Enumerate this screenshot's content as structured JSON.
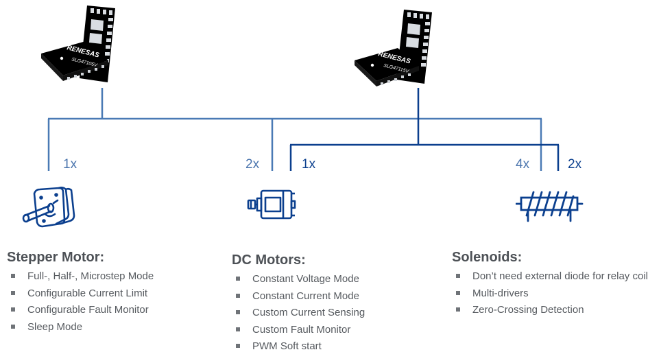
{
  "colors": {
    "light_line": "#4a7ab5",
    "dark_line": "#0b3f8e",
    "icon": "#0b3f8e",
    "heading": "#4d5156",
    "text": "#55595e"
  },
  "chips": [
    {
      "brand": "RENESAS",
      "part": "SLG47105V"
    },
    {
      "brand": "RENESAS",
      "part": "SLG47115V"
    }
  ],
  "multipliers": {
    "chip1_stepper": "1x",
    "chip1_dc": "2x",
    "chip2_dc": "1x",
    "chip1_solenoid": "4x",
    "chip2_solenoid": "2x"
  },
  "sections": [
    {
      "icon": "stepper-motor-icon",
      "title": "Stepper Motor:",
      "items": [
        "Full-, Half-, Microstep Mode",
        "Configurable Current Limit",
        "Configurable Fault Monitor",
        "Sleep Mode"
      ]
    },
    {
      "icon": "dc-motor-icon",
      "title": "DC Motors:",
      "items": [
        "Constant Voltage Mode",
        "Constant Current Mode",
        "Custom Current Sensing",
        "Custom Fault Monitor",
        "PWM Soft start"
      ]
    },
    {
      "icon": "solenoid-icon",
      "title": "Solenoids:",
      "items": [
        "Don’t need external diode for relay coil",
        "Multi-drivers",
        "Zero-Crossing Detection"
      ]
    }
  ]
}
